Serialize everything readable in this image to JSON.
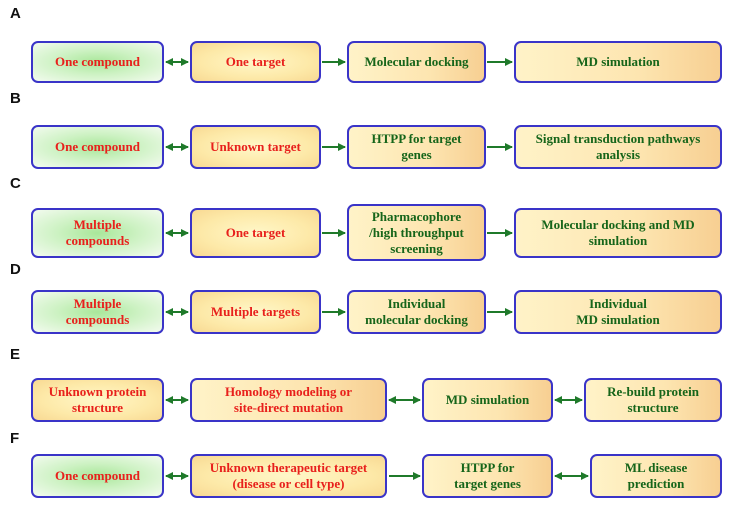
{
  "rows": [
    {
      "letter": "A",
      "boxes": [
        "One compound",
        "One target",
        "Molecular docking",
        "MD simulation"
      ],
      "connectors": [
        "double",
        "single",
        "single"
      ]
    },
    {
      "letter": "B",
      "boxes": [
        "One compound",
        "Unknown target",
        "HTPP for target\ngenes",
        "Signal transduction pathways\nanalysis"
      ],
      "connectors": [
        "double",
        "single",
        "single"
      ]
    },
    {
      "letter": "C",
      "boxes": [
        "Multiple\ncompounds",
        "One target",
        "Pharmacophore\n/high throughput\nscreening",
        "Molecular docking and MD\nsimulation"
      ],
      "connectors": [
        "double",
        "single",
        "single"
      ]
    },
    {
      "letter": "D",
      "boxes": [
        "Multiple\ncompounds",
        "Multiple targets",
        "Individual\nmolecular docking",
        "Individual\nMD simulation"
      ],
      "connectors": [
        "double",
        "single",
        "single"
      ]
    },
    {
      "letter": "E",
      "boxes": [
        "Unknown protein\nstructure",
        "Homology modeling or\nsite-direct mutation",
        "MD simulation",
        "Re-build protein\nstructure"
      ],
      "connectors": [
        "double",
        "double",
        "double"
      ]
    },
    {
      "letter": "F",
      "boxes": [
        "One compound",
        "Unknown therapeutic target\n(disease or cell type)",
        "HTPP for\ntarget genes",
        "ML disease\nprediction"
      ],
      "connectors": [
        "double",
        "single",
        "double"
      ]
    }
  ],
  "colors": {
    "border": "#3a34c8",
    "arrow": "#1f7a2a",
    "text_red": "#e8201c",
    "text_green": "#16651a"
  }
}
